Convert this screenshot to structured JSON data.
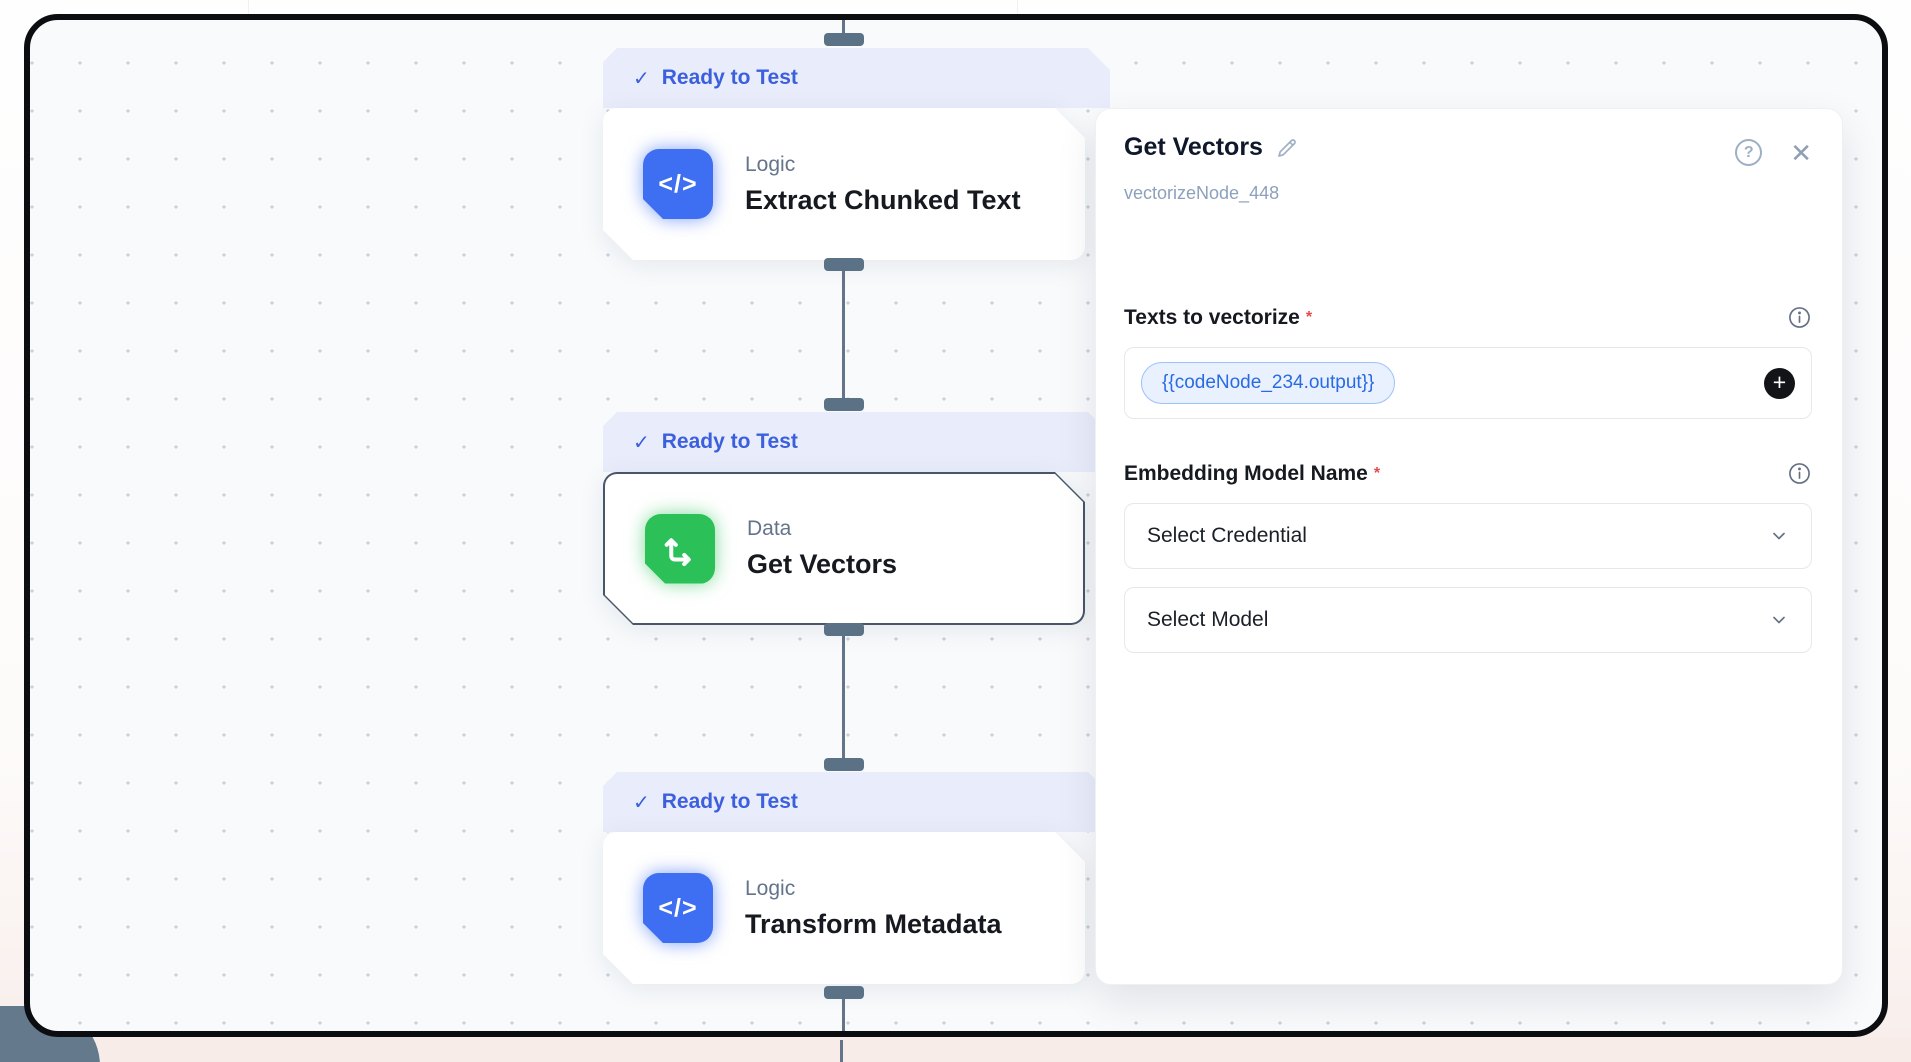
{
  "canvas": {
    "nodes": [
      {
        "status": "Ready to Test",
        "category": "Logic",
        "title": "Extract Chunked Text",
        "icon": "code-icon"
      },
      {
        "status": "Ready to Test",
        "category": "Data",
        "title": "Get Vectors",
        "icon": "vector-axes-icon",
        "selected": true
      },
      {
        "status": "Ready to Test",
        "category": "Logic",
        "title": "Transform Metadata",
        "icon": "code-icon"
      }
    ]
  },
  "panel": {
    "title": "Get Vectors",
    "node_id": "vectorizeNode_448",
    "fields": [
      {
        "label": "Texts to vectorize",
        "required": "*",
        "chips": [
          "{{codeNode_234.output}}"
        ]
      },
      {
        "label": "Embedding Model Name",
        "required": "*",
        "selects": [
          "Select Credential",
          "Select Model"
        ]
      }
    ]
  },
  "icons": {
    "check": "✓",
    "close": "✕",
    "question": "?",
    "plus": "+",
    "code": "</>"
  },
  "colors": {
    "accent_blue": "#3e6ef2",
    "accent_green": "#2bc158",
    "badge_bg": "#e9edfb",
    "badge_text": "#3b5fdd",
    "connector": "#64748b",
    "selected_border": "#47566b",
    "chip_bg": "#e8f1fd",
    "chip_text": "#2a6ae2",
    "required_red": "#e5484d",
    "canvas_bg": "#f8fafc"
  }
}
